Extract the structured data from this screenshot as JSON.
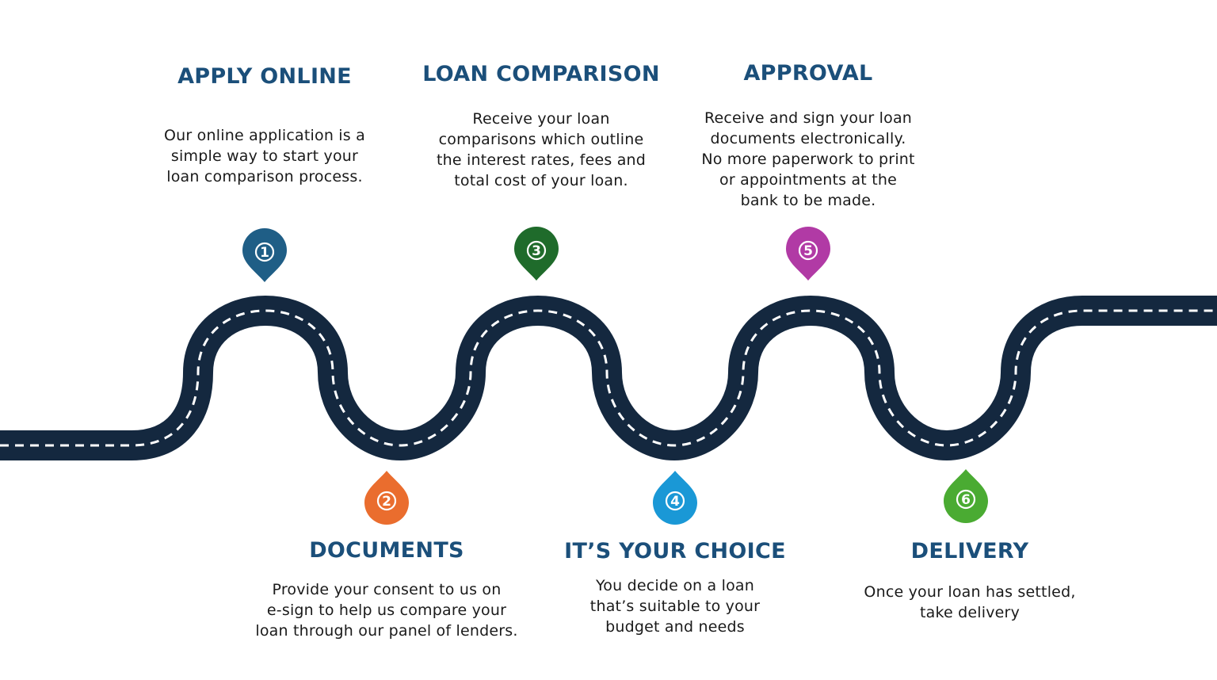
{
  "colors": {
    "road": "#14283f",
    "road_dash": "#ffffff",
    "title": "#1b4f7a",
    "pin_1": "#1f5e86",
    "pin_2": "#ea6d2e",
    "pin_3": "#1f6b2b",
    "pin_4": "#1a98d6",
    "pin_5": "#b13aa5",
    "pin_6": "#4aab32"
  },
  "steps": [
    {
      "number": "1",
      "title": "APPLY ONLINE",
      "desc_lines": [
        "Our online application is a",
        "simple way to start your",
        "loan comparison process."
      ]
    },
    {
      "number": "2",
      "title": "DOCUMENTS",
      "desc_lines": [
        "Provide your consent to us on",
        "e-sign to help us compare your",
        "loan through our panel of lenders."
      ]
    },
    {
      "number": "3",
      "title": "LOAN COMPARISON",
      "desc_lines": [
        "Receive your loan",
        "comparisons which outline",
        "the interest rates, fees and",
        "total cost of your loan."
      ]
    },
    {
      "number": "4",
      "title": "IT’S YOUR CHOICE",
      "desc_lines": [
        "You decide on a loan",
        "that’s suitable to your",
        "budget and needs"
      ]
    },
    {
      "number": "5",
      "title": "APPROVAL",
      "desc_lines": [
        "Receive and sign your loan",
        "documents electronically.",
        "No more paperwork to print",
        "or appointments at the",
        "bank to be made."
      ]
    },
    {
      "number": "6",
      "title": "DELIVERY",
      "desc_lines": [
        "Once your loan has settled,",
        "take delivery"
      ]
    }
  ]
}
